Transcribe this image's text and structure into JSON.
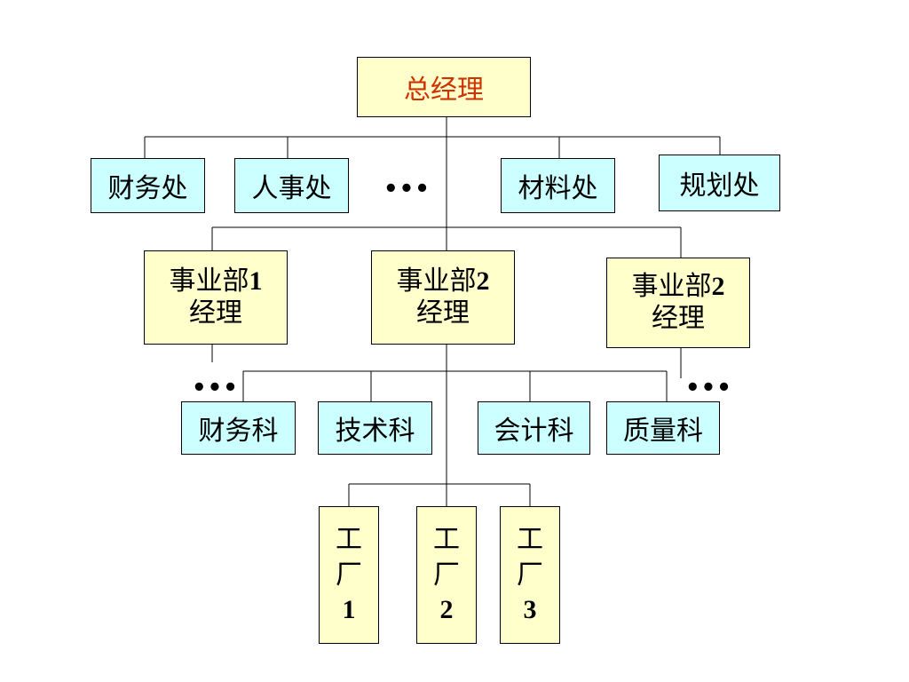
{
  "ceo": "总经理",
  "staff_departments": [
    "财务处",
    "人事处",
    "材料处",
    "规划处"
  ],
  "ellipsis": "•••",
  "divisions": [
    {
      "line1": "事业部",
      "num": "1",
      "line2": "经理"
    },
    {
      "line1": "事业部",
      "num": "2",
      "line2": "经理"
    },
    {
      "line1": "事业部",
      "num": "2",
      "line2": "经理"
    }
  ],
  "sections": [
    "财务科",
    "技术科",
    "会计科",
    "质量科"
  ],
  "factories": [
    {
      "c1": "工",
      "c2": "厂",
      "num": "1"
    },
    {
      "c1": "工",
      "c2": "厂",
      "num": "2"
    },
    {
      "c1": "工",
      "c2": "厂",
      "num": "3"
    }
  ]
}
